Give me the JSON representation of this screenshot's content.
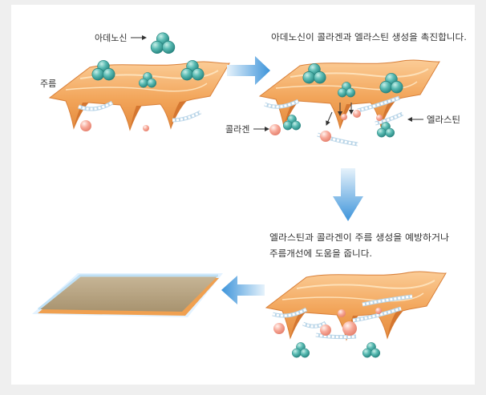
{
  "labels": {
    "adenosine": "아데노신",
    "wrinkle": "주름",
    "step1_caption": "아데노신이 콜라겐과 엘라스틴 생성을 촉진합니다.",
    "collagen": "콜라겐",
    "elastin": "엘라스틴",
    "step2_caption_line1": "엘라스틴과 콜라겐이 주름 생성을 예방하거나",
    "step2_caption_line2": "주름개선에 도움을 줍니다."
  },
  "colors": {
    "skin": "#f2a55a",
    "adenosine_molecule": "#3aa7a0",
    "collagen": "#f4a99a",
    "elastin": "#ffffff",
    "process_arrow": "#3d94da",
    "smooth_skin": "#b3a07f"
  }
}
